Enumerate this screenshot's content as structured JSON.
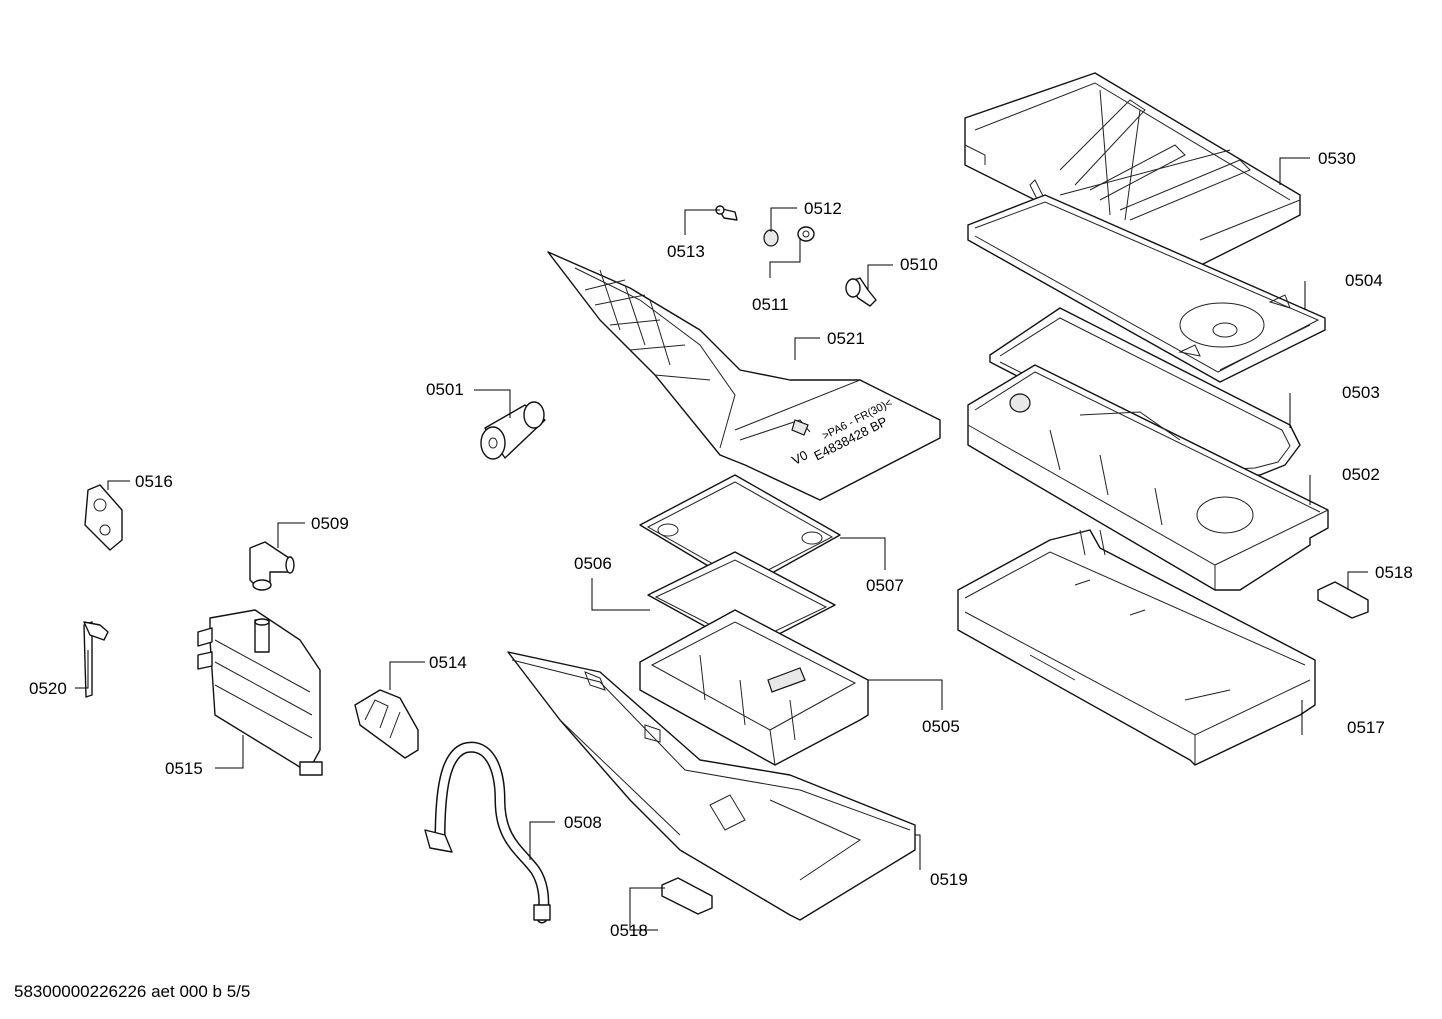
{
  "parts": [
    {
      "id": "p0501",
      "label": "0501"
    },
    {
      "id": "p0502",
      "label": "0502"
    },
    {
      "id": "p0503",
      "label": "0503"
    },
    {
      "id": "p0504",
      "label": "0504"
    },
    {
      "id": "p0505",
      "label": "0505"
    },
    {
      "id": "p0506",
      "label": "0506"
    },
    {
      "id": "p0507",
      "label": "0507"
    },
    {
      "id": "p0508",
      "label": "0508"
    },
    {
      "id": "p0509",
      "label": "0509"
    },
    {
      "id": "p0510",
      "label": "0510"
    },
    {
      "id": "p0511",
      "label": "0511"
    },
    {
      "id": "p0512",
      "label": "0512"
    },
    {
      "id": "p0513",
      "label": "0513"
    },
    {
      "id": "p0514",
      "label": "0514"
    },
    {
      "id": "p0515",
      "label": "0515"
    },
    {
      "id": "p0516",
      "label": "0516"
    },
    {
      "id": "p0517",
      "label": "0517"
    },
    {
      "id": "p0518a",
      "label": "0518"
    },
    {
      "id": "p0518b",
      "label": "0518"
    },
    {
      "id": "p0519",
      "label": "0519"
    },
    {
      "id": "p0520",
      "label": "0520"
    },
    {
      "id": "p0521",
      "label": "0521"
    },
    {
      "id": "p0530",
      "label": "0530"
    }
  ],
  "embossed_text": {
    "line1": ">PA6 - FR(30)<",
    "line2": "E4838428 BP",
    "line3": "V0"
  },
  "footer": "58300000226226 aet 000 b 5/5"
}
